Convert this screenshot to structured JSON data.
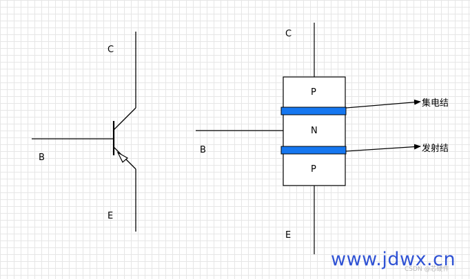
{
  "left_symbol": {
    "collector_label": "C",
    "base_label": "B",
    "emitter_label": "E"
  },
  "right_structure": {
    "collector_label": "C",
    "base_label": "B",
    "emitter_label": "E",
    "top_layer": "P",
    "middle_layer": "N",
    "bottom_layer": "P",
    "collector_junction_label": "集电结",
    "emitter_junction_label": "发射结",
    "junction_color": "#1677f0"
  },
  "watermark": {
    "site": "www.jdwx.cn",
    "source": "CSDN @芯硬件"
  }
}
